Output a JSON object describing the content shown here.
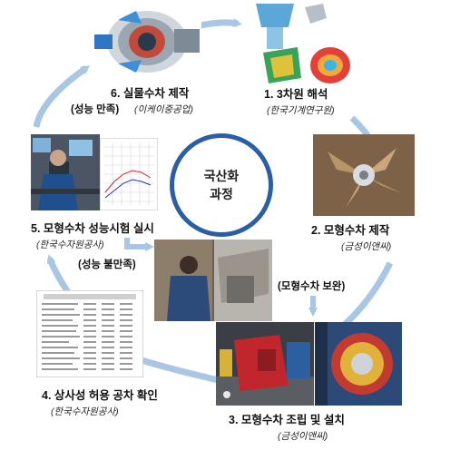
{
  "center": {
    "line1": "국산화",
    "line2": "과정"
  },
  "steps": [
    {
      "label": "1. 3차원 해석",
      "org": "(한국기계연구원)"
    },
    {
      "label": "2. 모형수차 제작",
      "org": "(금성이앤씨)"
    },
    {
      "label": "3. 모형수차 조립 및 설치",
      "org": "(금성이앤씨)"
    },
    {
      "label": "4. 상사성 허용 공차 확인",
      "org": "(한국수자원공사)"
    },
    {
      "label": "5. 모형수차 성능시험 실시",
      "org": "(한국수자원공사)"
    },
    {
      "label": "6. 실물수차 제작",
      "org": "(이케이중공업)"
    }
  ],
  "notes": {
    "satisfied": "(성능 만족)",
    "unsatisfied": "(성능 불만족)",
    "supplement": "(모형수차 보완)"
  },
  "colors": {
    "ring": "#2a5fa8",
    "arrow": "#a9c6e4"
  }
}
